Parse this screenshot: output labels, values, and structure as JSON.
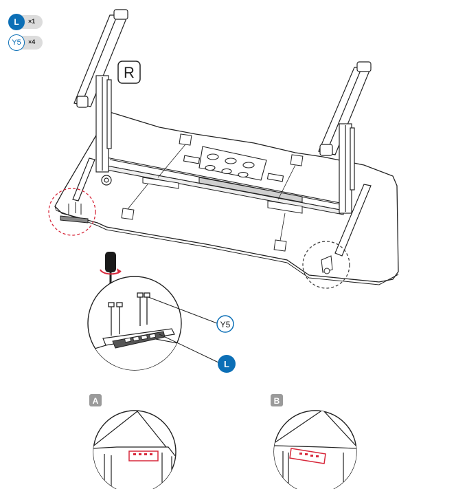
{
  "parts": [
    {
      "code": "L",
      "qty": "×1"
    },
    {
      "code": "Y5",
      "qty": "×4"
    }
  ],
  "side_label": "R",
  "callouts": {
    "screw": "Y5",
    "bracket": "L"
  },
  "options": [
    {
      "label": "A"
    },
    {
      "label": "B"
    }
  ],
  "colors": {
    "accent": "#0c6fb6",
    "highlight_red": "#d7283b",
    "option_badge": "#9a9a9a",
    "line": "#222222"
  }
}
